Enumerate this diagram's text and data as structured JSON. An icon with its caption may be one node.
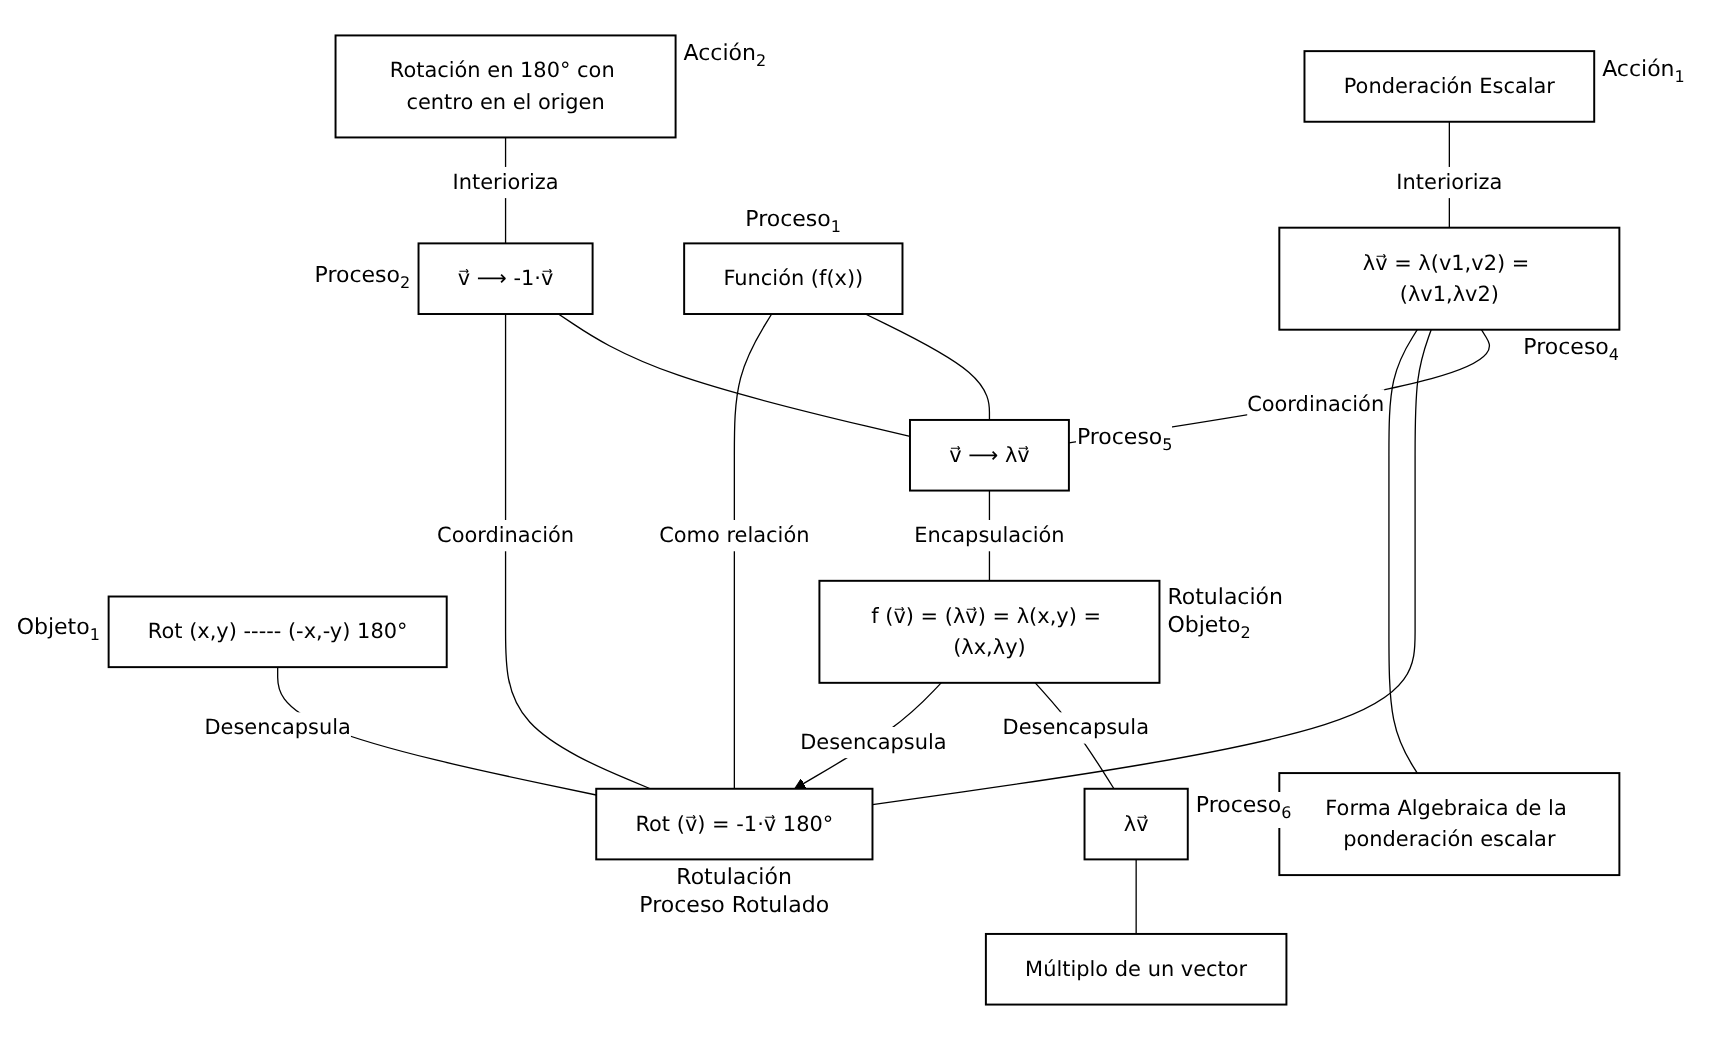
{
  "diagram": {
    "nodes": [
      {
        "text": [
          "Rotación en 180° con centro en el origen"
        ],
        "beside": [
          "Acción$_{2}$"
        ]
      },
      {
        "text": [
          "v⃗ ⟶ -1·v⃗"
        ],
        "beside": [
          "Proceso$_{2}$"
        ]
      },
      {
        "text": [
          "Función (f(x))"
        ],
        "beside": [
          "Proceso$_{1}$"
        ]
      },
      {
        "text": [
          "Ponderación Escalar"
        ],
        "beside": [
          "Acción$_{1}$"
        ]
      },
      {
        "text": [
          "λv⃗ = λ(v1,v2) = (λv1,λv2)"
        ],
        "beside": [
          "Proceso$_{4}$"
        ]
      },
      {
        "text": [
          "Forma Algebraica de la ponderación escalar"
        ]
      },
      {
        "text": [
          "Rot (x,y) ----- (-x,-y) 180°"
        ],
        "beside": [
          "Objeto$_{1}$"
        ]
      },
      {
        "text": [
          "Rot (v⃗) = -1·v⃗ 180°"
        ],
        "beside": [
          "Rotulación",
          "Proceso Rotulado"
        ]
      },
      {
        "text": [
          "v⃗ ⟶ λv⃗"
        ],
        "beside": [
          "Proceso$_{5}$"
        ]
      },
      {
        "text": [
          "f (v⃗) = (λv⃗) = λ(x,y) = (λx,λy)"
        ],
        "beside": [
          "Rotulación",
          "Objeto$_{2}$"
        ]
      },
      {
        "text": [
          "λv⃗"
        ],
        "beside": [
          "Proceso$_{6}$"
        ]
      },
      {
        "text": [
          "Múltiplo de un vector"
        ]
      }
    ],
    "edges": [
      {
        "from": 0,
        "to": 1,
        "arrow": "none",
        "label": "Interioriza"
      },
      {
        "from": 3,
        "to": 4,
        "arrow": "none",
        "label": "Interioriza"
      },
      {
        "from": 4,
        "to": 5,
        "arrow": "none"
      },
      {
        "from": 1,
        "to": 7,
        "arrow": "none",
        "label": "Coordinación"
      },
      {
        "from": 2,
        "to": 7,
        "arrow": "none",
        "label": "Como relación"
      },
      {
        "from": 4,
        "to": 7,
        "arrow": "none"
      },
      {
        "from": 1,
        "to": 8,
        "arrow": "none"
      },
      {
        "from": 2,
        "to": 8,
        "arrow": "none"
      },
      {
        "from": 4,
        "to": 8,
        "arrow": "none",
        "label": "Coordinación"
      },
      {
        "from": 6,
        "to": 7,
        "arrow": "none",
        "label": "Desencapsula"
      },
      {
        "from": 9,
        "to": 7,
        "arrow": "to",
        "label": "Desencapsula"
      },
      {
        "from": 8,
        "to": 9,
        "arrow": "none",
        "label": "Encapsulación"
      },
      {
        "from": 9,
        "to": 10,
        "arrow": "none",
        "label": "Desencapsula"
      },
      {
        "from": 10,
        "to": 11,
        "arrow": "none"
      }
    ]
  }
}
